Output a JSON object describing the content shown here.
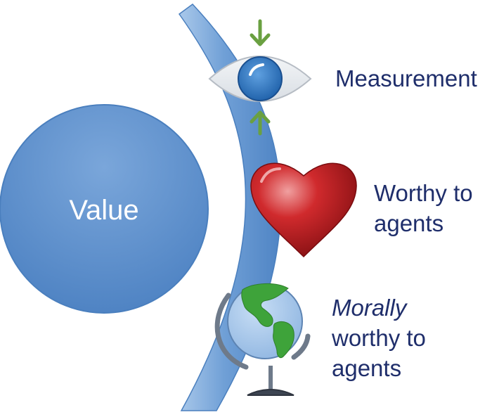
{
  "center": {
    "label": "Value"
  },
  "items": [
    {
      "icon": "eye-measurement-icon",
      "lines": [
        "Measurement"
      ]
    },
    {
      "icon": "heart-icon",
      "lines": [
        "Worthy to",
        "agents"
      ]
    },
    {
      "icon": "globe-icon",
      "emphasis": "Morally",
      "lines": [
        "worthy to",
        "agents"
      ]
    }
  ],
  "colors": {
    "circle": "#5b8fc9",
    "arc": "#5a8ecb",
    "text": "#1f2e6b",
    "heart": "#c0181b",
    "arrow": "#6aa041",
    "land": "#3ea33a",
    "ocean": "#a9c9ec"
  }
}
